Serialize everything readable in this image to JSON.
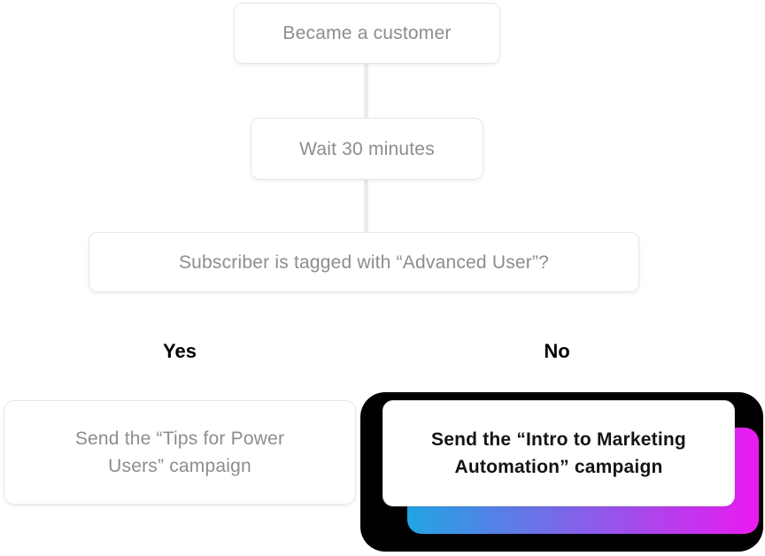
{
  "flow": {
    "trigger": {
      "label": "Became a customer"
    },
    "delay": {
      "label": "Wait 30 minutes"
    },
    "condition": {
      "label": "Subscriber is tagged with “Advanced User”?"
    },
    "branches": {
      "yes_label": "Yes",
      "no_label": "No"
    },
    "yes_action": {
      "label": "Send the “Tips for Power Users” campaign"
    },
    "no_action": {
      "label": "Send the “Intro to Marketing Automation” campaign",
      "highlighted": true
    }
  },
  "colors": {
    "accent_gradient_start": "#22A5E3",
    "accent_gradient_end": "#EB1AF0",
    "highlight_shadow": "#000000"
  }
}
